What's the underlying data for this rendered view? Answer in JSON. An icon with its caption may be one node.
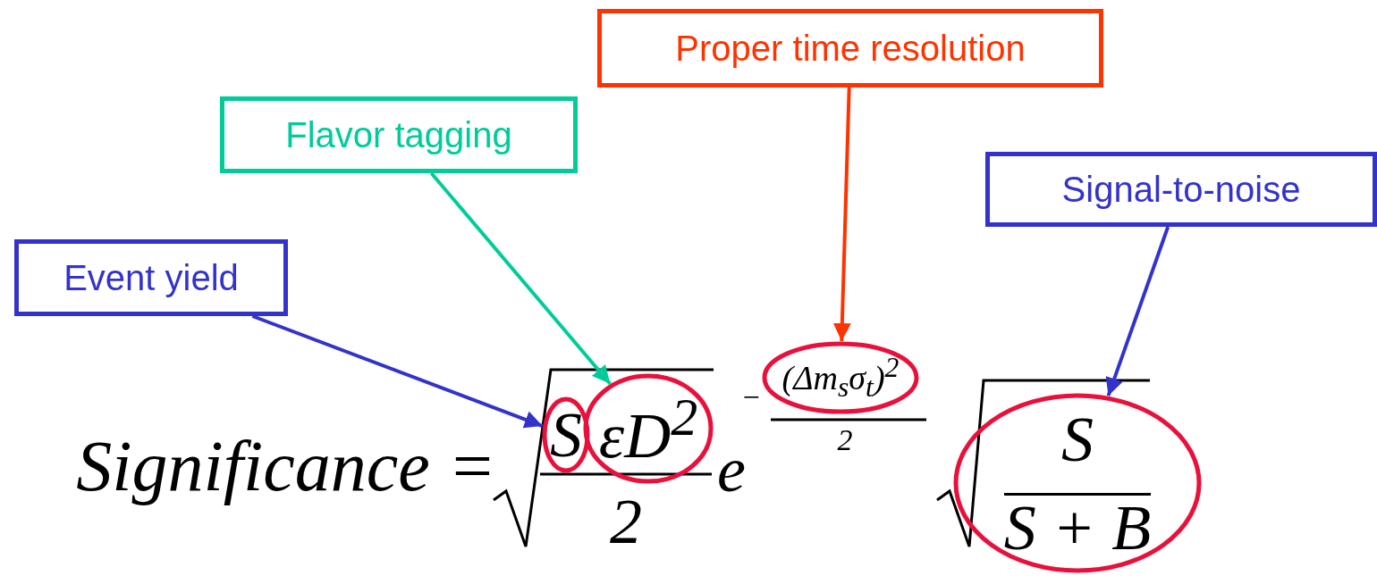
{
  "diagram": {
    "nodes": [
      {
        "text": [
          "Proper time resolution"
        ]
      },
      {
        "text": [
          "Flavor tagging"
        ]
      },
      {
        "text": [
          "Signal-to-noise"
        ]
      },
      {
        "text": [
          "Event yield"
        ]
      },
      {
        "text": [
          "S"
        ]
      },
      {
        "text": [
          "εD$^{2}$"
        ]
      },
      {
        "text": [
          "(Δm$_{s}$σ$_{t}$)$^{2}$"
        ]
      },
      {
        "text": [
          "S",
          "S + B"
        ]
      }
    ],
    "edges": [
      {
        "from": 0,
        "to": 6,
        "arrow": "to",
        "color": "#ff3300"
      },
      {
        "from": 1,
        "to": 5,
        "arrow": "to",
        "color": "#00cc99"
      },
      {
        "from": 2,
        "to": 7,
        "arrow": "to"
      },
      {
        "from": 3,
        "to": 4,
        "arrow": "to"
      }
    ],
    "labels": [
      "Significance =",
      "2",
      "e",
      "−",
      "2"
    ]
  }
}
